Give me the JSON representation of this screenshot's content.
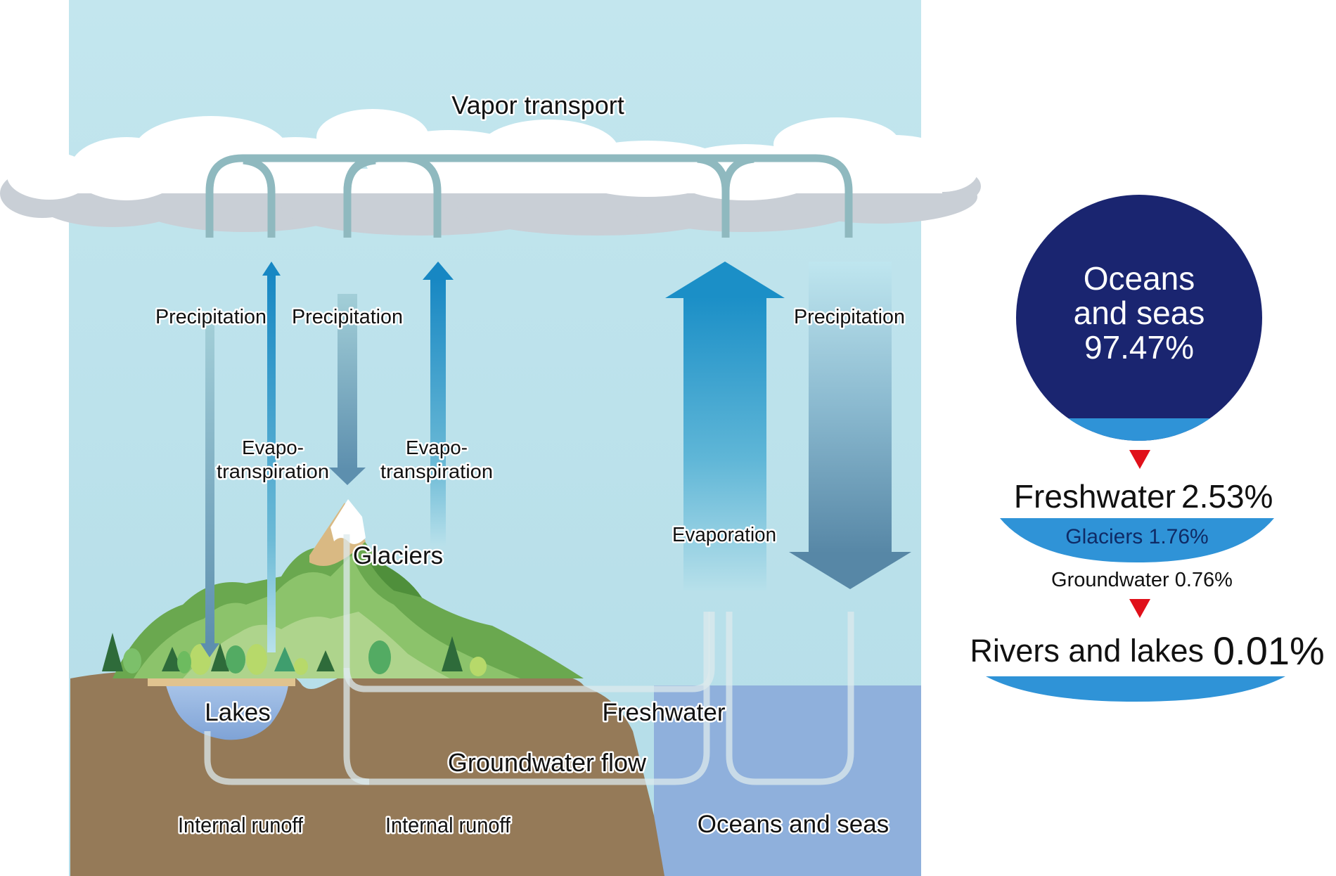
{
  "diagram": {
    "vapor_transport": "Vapor transport",
    "precipitation_1": "Precipitation",
    "precipitation_2": "Precipitation",
    "precipitation_3": "Precipitation",
    "evapotranspiration_1": [
      "Evapo-",
      "transpiration"
    ],
    "evapotranspiration_2": [
      "Evapo-",
      "transpiration"
    ],
    "evaporation": "Evaporation",
    "glaciers": "Glaciers",
    "lakes": "Lakes",
    "freshwater": "Freshwater",
    "groundwater_flow": "Groundwater flow",
    "internal_runoff_1": "Internal runoff",
    "internal_runoff_2": "Internal runoff",
    "oceans_and_seas": "Oceans and seas"
  },
  "breakdown": {
    "oceans_circle": [
      "Oceans",
      "and seas",
      "97.47%"
    ],
    "freshwater_label": "Freshwater",
    "freshwater_value": "2.53%",
    "glaciers": "Glaciers 1.76%",
    "groundwater": "Groundwater 0.76%",
    "rivers_label": "Rivers and lakes",
    "rivers_value": "0.01%"
  },
  "colors": {
    "sky": "#bfe4ec",
    "ocean": "#8fb0dc",
    "land": "#957a58",
    "circle": "#1a2570",
    "accent_blue": "#2f93d7",
    "marker_red": "#e0101a"
  }
}
